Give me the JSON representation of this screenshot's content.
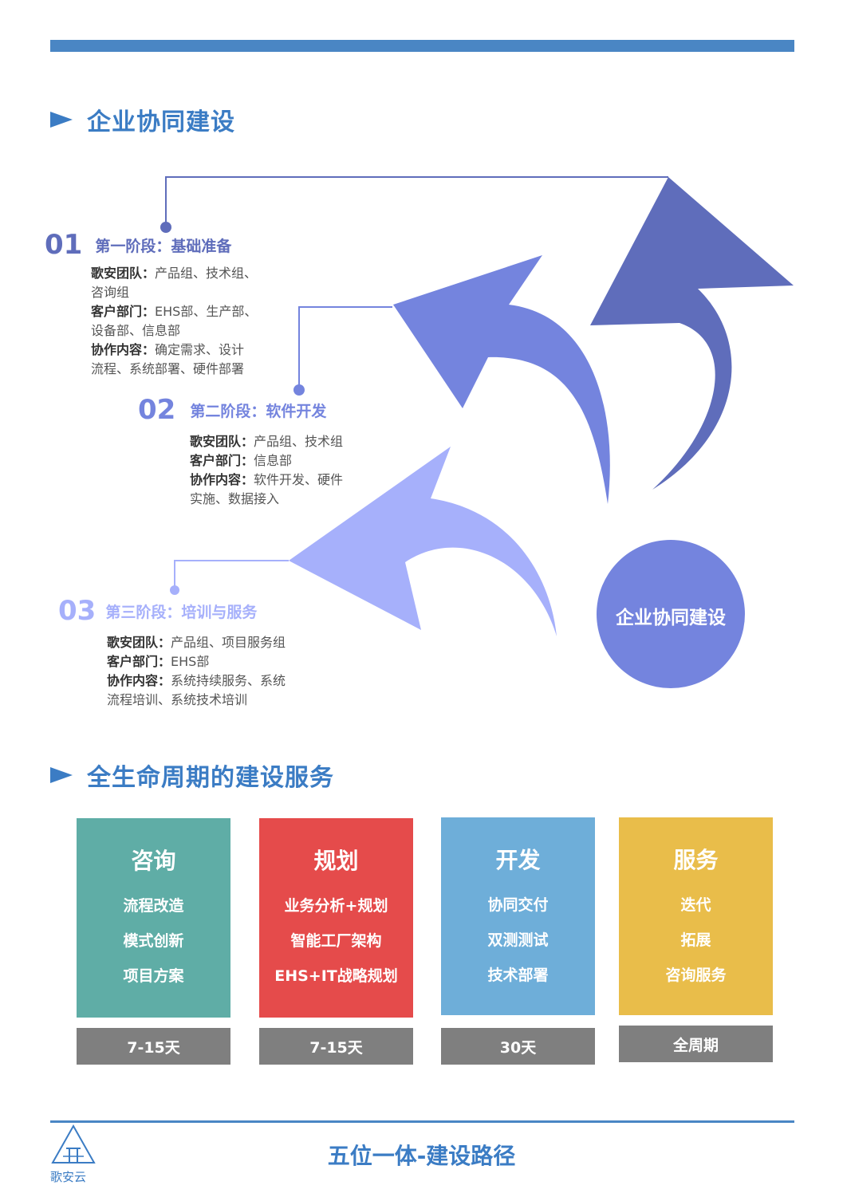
{
  "section1": {
    "title": "企业协同建设"
  },
  "center_label": "企业协同建设",
  "stages": [
    {
      "num": "01",
      "title": "第一阶段：基础准备",
      "team_label": "歌安团队：",
      "team_value": "产品组、技术组、",
      "team_value2": "咨询组",
      "dept_label": "客户部门：",
      "dept_value": "EHS部、生产部、",
      "dept_value2": "设备部、信息部",
      "work_label": "协作内容：",
      "work_value": "确定需求、设计",
      "work_value2": "流程、系统部署、硬件部署"
    },
    {
      "num": "02",
      "title": "第二阶段：软件开发",
      "team_label": "歌安团队：",
      "team_value": "产品组、技术组",
      "dept_label": "客户部门：",
      "dept_value": "信息部",
      "work_label": "协作内容：",
      "work_value": "软件开发、硬件",
      "work_value2": "实施、数据接入"
    },
    {
      "num": "03",
      "title": "第三阶段：培训与服务",
      "team_label": "歌安团队：",
      "team_value": "产品组、项目服务组",
      "dept_label": "客户部门：",
      "dept_value": "EHS部",
      "work_label": "协作内容：",
      "work_value": "系统持续服务、系统",
      "work_value2": "流程培训、系统技术培训"
    }
  ],
  "section2": {
    "title": "全生命周期的建设服务"
  },
  "cards": [
    {
      "title": "咨询",
      "items": [
        "流程改造",
        "模式创新",
        "项目方案"
      ],
      "duration": "7-15天",
      "color": "#5fada6"
    },
    {
      "title": "规划",
      "items": [
        "业务分析+规划",
        "智能工厂架构",
        "EHS+IT战略规划"
      ],
      "duration": "7-15天",
      "color": "#e54b4b"
    },
    {
      "title": "开发",
      "items": [
        "协同交付",
        "双测测试",
        "技术部署"
      ],
      "duration": "30天",
      "color": "#6eaed9"
    },
    {
      "title": "服务",
      "items": [
        "迭代",
        "拓展",
        "咨询服务"
      ],
      "duration": "全周期",
      "color": "#e9bd4a"
    }
  ],
  "colors": {
    "stage1": "#5f6dbb",
    "stage2": "#7484de",
    "stage3": "#a6b0fb",
    "brand": "#3b7cc4",
    "duration_bg": "#7f7f7f"
  },
  "footer": {
    "title": "五位一体-建设路径",
    "logo_text": "歌安云"
  }
}
